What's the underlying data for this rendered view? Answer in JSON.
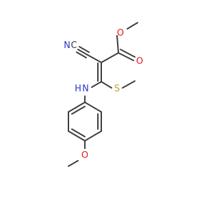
{
  "molecule": {
    "atoms": {
      "o_ester": "O",
      "o_carbonyl": "O",
      "n_nitrile": "N",
      "c_nitrile": "C",
      "s_thioether": "S",
      "n_amine": "N",
      "h_amine": "H",
      "o_methoxy": "O"
    },
    "colors": {
      "bond": "#3c3c3c",
      "carbon": "#3c3c3c",
      "oxygen": "#e8171e",
      "nitrogen": "#2f34c8",
      "sulfur": "#b8a418"
    }
  }
}
